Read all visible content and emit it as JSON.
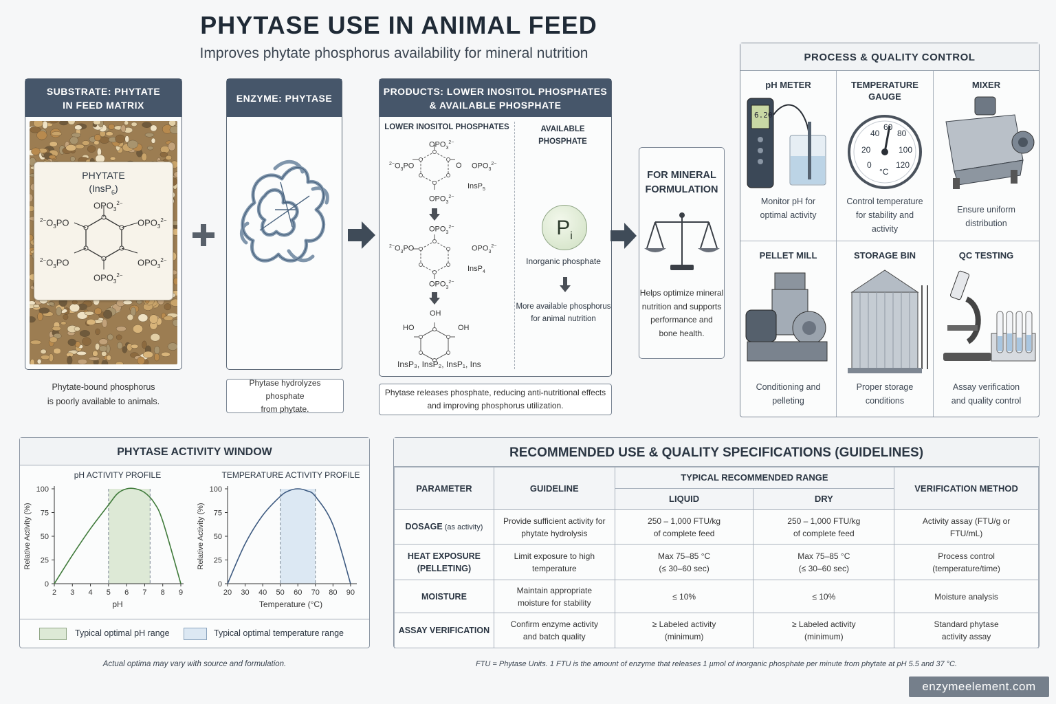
{
  "title": "PHYTASE USE IN ANIMAL FEED",
  "subtitle": "Improves phytate phosphorus availability for mineral nutrition",
  "substrate": {
    "heading": "SUBSTRATE: PHYTATE IN FEED MATRIX",
    "molecule_name": "PHYTATE",
    "molecule_abbr": "(InsP",
    "molecule_abbr_sub": "6",
    "molecule_abbr_end": ")",
    "group": "OPO",
    "caption_line1": "Phytate-bound phosphorus",
    "caption_line2": "is poorly available to animals."
  },
  "enzyme": {
    "heading": "ENZYME: PHYTASE",
    "caption_line1": "Phytase hydrolyzes phosphate",
    "caption_line2": "from phytate."
  },
  "products": {
    "heading_line1": "PRODUCTS: LOWER INOSITOL PHOSPHATES",
    "heading_line2": "& AVAILABLE PHOSPHATE",
    "col1": "LOWER INOSITOL PHOSPHATES",
    "col2_line1": "AVAILABLE",
    "col2_line2": "PHOSPHATE",
    "insp5": "InsP",
    "insp5_sub": "5",
    "insp4": "InsP",
    "insp4_sub": "4",
    "ho": "HO",
    "oh": "OH",
    "lower_list": "InsP₃, InsP₂, InsP₁, Ins",
    "pi_symbol": "P",
    "pi_sub": "i",
    "inorganic": "Inorganic phosphate",
    "more_line1": "More available phosphorus",
    "more_line2": "for animal nutrition",
    "caption_line1": "Phytase releases phosphate, reducing anti-nutritional effects",
    "caption_line2": "and improving phosphorus utilization."
  },
  "mineral": {
    "heading_line1": "FOR MINERAL",
    "heading_line2": "FORMULATION",
    "text_line1": "Helps optimize mineral",
    "text_line2": "nutrition and supports",
    "text_line3": "performance and",
    "text_line4": "bone health."
  },
  "qc": {
    "title": "PROCESS & QUALITY CONTROL",
    "cells": [
      {
        "h1": "pH METER",
        "h2": "",
        "d1": "Monitor pH for",
        "d2": "optimal activity",
        "d3": ""
      },
      {
        "h1": "TEMPERATURE",
        "h2": "GAUGE",
        "d1": "Control temperature",
        "d2": "for stability and",
        "d3": "activity"
      },
      {
        "h1": "MIXER",
        "h2": "",
        "d1": "Ensure uniform",
        "d2": "distribution",
        "d3": ""
      },
      {
        "h1": "PELLET MILL",
        "h2": "",
        "d1": "Conditioning and",
        "d2": "pelleting",
        "d3": ""
      },
      {
        "h1": "STORAGE BIN",
        "h2": "",
        "d1": "Proper storage",
        "d2": "conditions",
        "d3": ""
      },
      {
        "h1": "QC TESTING",
        "h2": "",
        "d1": "Assay verification",
        "d2": "and quality control",
        "d3": ""
      }
    ],
    "ph_reading": "6.20",
    "gauge_labels": [
      "40",
      "60",
      "80",
      "20",
      "100",
      "0",
      "120"
    ],
    "gauge_unit": "°C"
  },
  "activity": {
    "title": "PHYTASE ACTIVITY WINDOW",
    "legend_ph": "Typical optimal pH range",
    "legend_temp": "Typical optimal temperature range",
    "note": "Actual optima may vary with source and formulation."
  },
  "chart_data": [
    {
      "type": "line",
      "title": "pH ACTIVITY PROFILE",
      "xlabel": "pH",
      "ylabel": "Relative Activity (%)",
      "x": [
        2,
        3,
        4,
        5,
        5.5,
        6,
        6.5,
        7,
        7.5,
        8,
        9
      ],
      "y": [
        0,
        30,
        58,
        83,
        95,
        100,
        100,
        96,
        86,
        66,
        0
      ],
      "xticks": [
        "2",
        "3",
        "4",
        "5",
        "6",
        "7",
        "8",
        "9"
      ],
      "yticks": [
        "0",
        "25",
        "50",
        "75",
        "100"
      ],
      "xlim": [
        2,
        9
      ],
      "ylim": [
        0,
        100
      ],
      "optimal_range": [
        5,
        7.3
      ],
      "color": "#3f7a3a",
      "band_color": "#dde9d6"
    },
    {
      "type": "line",
      "title": "TEMPERATURE ACTIVITY PROFILE",
      "xlabel": "Temperature (°C)",
      "ylabel": "Relative Activity (%)",
      "x": [
        20,
        30,
        40,
        50,
        55,
        60,
        65,
        70,
        80,
        90
      ],
      "y": [
        0,
        42,
        72,
        92,
        98,
        100,
        98,
        92,
        62,
        0
      ],
      "xticks": [
        "20",
        "30",
        "40",
        "50",
        "60",
        "70",
        "80",
        "90"
      ],
      "yticks": [
        "0",
        "25",
        "50",
        "75",
        "100"
      ],
      "xlim": [
        20,
        92
      ],
      "ylim": [
        0,
        100
      ],
      "optimal_range": [
        50,
        70
      ],
      "color": "#3d5a80",
      "band_color": "#dce8f3"
    }
  ],
  "spec": {
    "title": "RECOMMENDED USE & QUALITY SPECIFICATIONS (GUIDELINES)",
    "h_param": "PARAMETER",
    "h_guide": "GUIDELINE",
    "h_range": "TYPICAL RECOMMENDED RANGE",
    "h_liquid": "LIQUID",
    "h_dry": "DRY",
    "h_verify": "VERIFICATION METHOD",
    "rows": [
      {
        "param": "DOSAGE",
        "param_small": " (as activity)",
        "param2": "",
        "g1": "Provide sufficient activity for",
        "g2": "phytate hydrolysis",
        "l1": "250 – 1,000 FTU/kg",
        "l2": "of complete feed",
        "d1": "250 – 1,000 FTU/kg",
        "d2": "of complete feed",
        "v1": "Activity assay (FTU/g or",
        "v2": "FTU/mL)"
      },
      {
        "param": "HEAT EXPOSURE",
        "param_small": "",
        "param2": "(PELLETING)",
        "g1": "Limit exposure to high",
        "g2": "temperature",
        "l1": "Max 75–85 °C",
        "l2": "(≤ 30–60 sec)",
        "d1": "Max 75–85 °C",
        "d2": "(≤ 30–60 sec)",
        "v1": "Process control",
        "v2": "(temperature/time)"
      },
      {
        "param": "MOISTURE",
        "param_small": "",
        "param2": "",
        "g1": "Maintain appropriate",
        "g2": "moisture for stability",
        "l1": "≤ 10%",
        "l2": "",
        "d1": "≤ 10%",
        "d2": "",
        "v1": "Moisture analysis",
        "v2": ""
      },
      {
        "param": "ASSAY VERIFICATION",
        "param_small": "",
        "param2": "",
        "g1": "Confirm enzyme activity",
        "g2": "and batch quality",
        "l1": "≥ Labeled activity",
        "l2": "(minimum)",
        "d1": "≥ Labeled activity",
        "d2": "(minimum)",
        "v1": "Standard phytase",
        "v2": "activity assay"
      }
    ],
    "footnote": "FTU = Phytase Units. 1 FTU is the amount of enzyme that releases 1 µmol of inorganic phosphate per minute from phytate at pH 5.5 and 37 °C."
  },
  "watermark": "enzymeelement.com",
  "colors": {
    "header": "#46566a",
    "accent_green": "#3f7a3a",
    "accent_blue": "#3d5a80"
  }
}
